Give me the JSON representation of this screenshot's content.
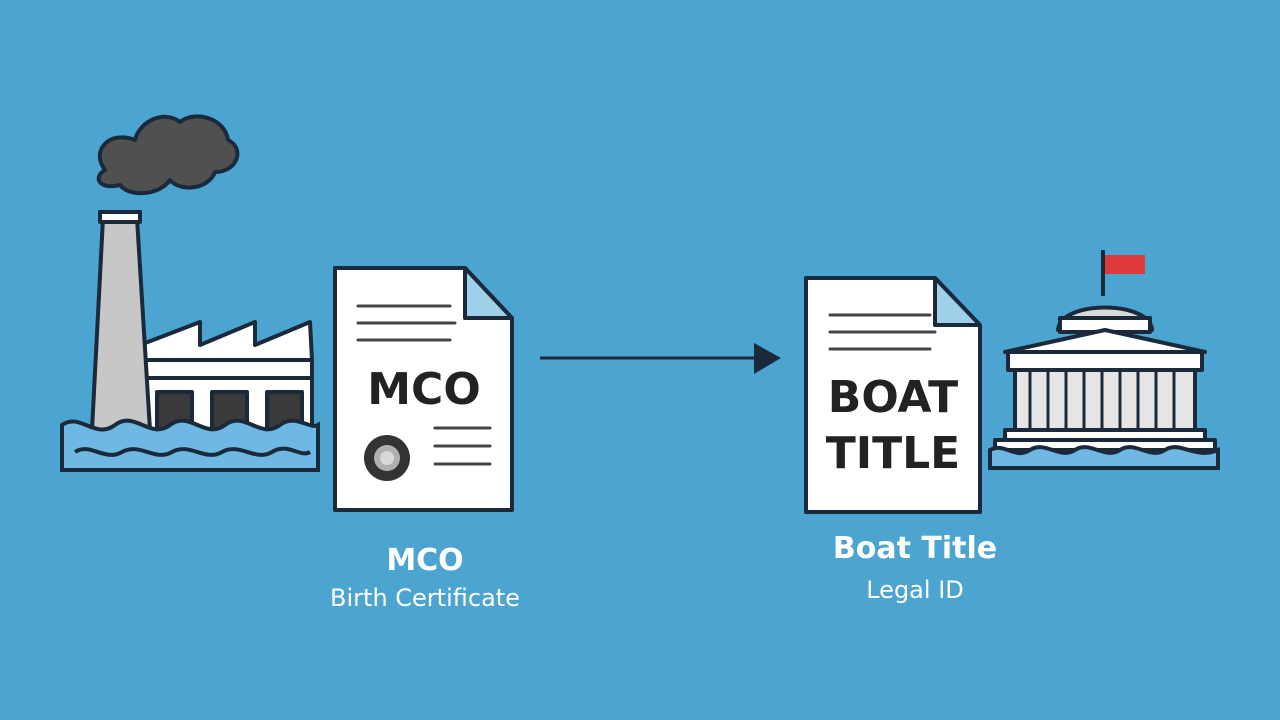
{
  "background_color": "#4ba5d0",
  "source": {
    "doc_label": "MCO",
    "caption_title": "MCO",
    "caption_subtitle": "Birth Certificate",
    "icons": [
      "factory-icon",
      "smoke-cloud-icon",
      "water-waves-icon",
      "document-icon",
      "seal-icon"
    ]
  },
  "target": {
    "doc_line1": "BOAT",
    "doc_line2": "TITLE",
    "caption_title": "Boat Title",
    "caption_subtitle": "Legal ID",
    "icons": [
      "document-icon",
      "government-building-icon",
      "flag-icon",
      "water-waves-icon"
    ]
  },
  "arrow_icon": "arrow-right-icon",
  "colors": {
    "outline": "#1a2a3a",
    "flag": "#e0393c",
    "water": "#5fb3e0",
    "smoke": "#505050",
    "paper": "#ffffff"
  }
}
